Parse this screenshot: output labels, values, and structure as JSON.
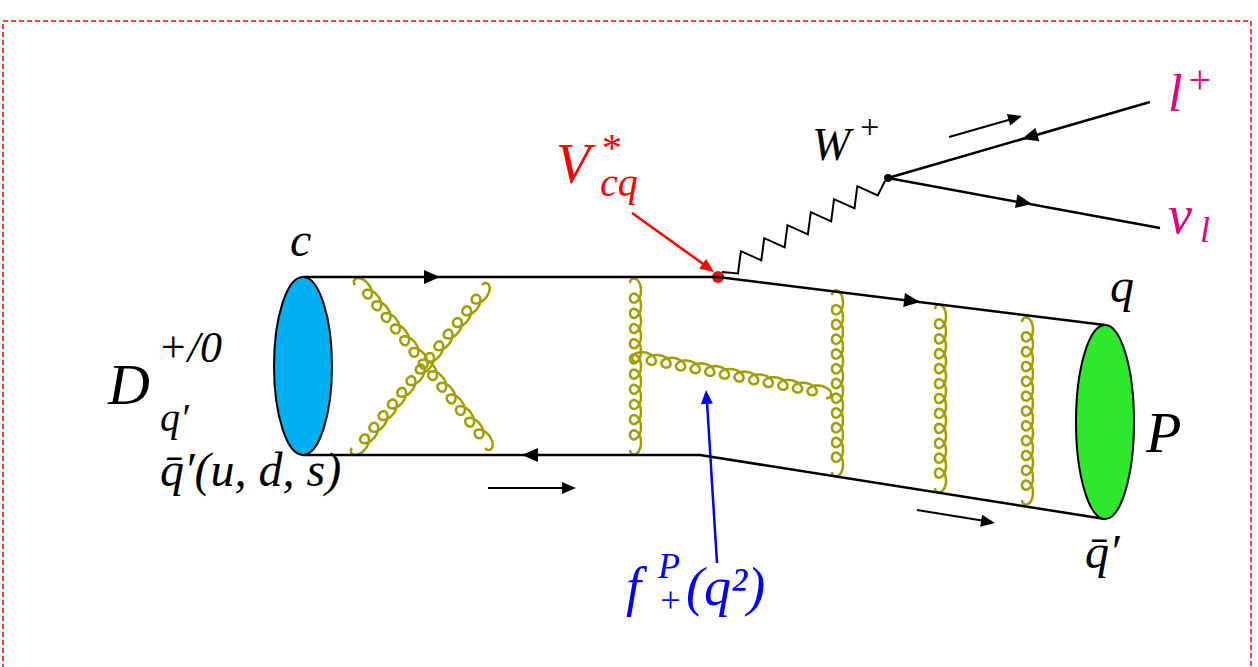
{
  "diagram": {
    "nodes": [
      {
        "text": [
          "D",
          "+/0",
          "q′"
        ]
      },
      {
        "text": [
          "P"
        ]
      }
    ],
    "edges": [
      {
        "from": 0,
        "to": 1,
        "arrow": "none"
      },
      {
        "from": 0,
        "to": 1,
        "arrow": "none"
      }
    ],
    "labels": [
      "V",
      "*",
      "cq",
      "W",
      "+",
      "l",
      "+",
      "ν",
      "l",
      "c",
      "q",
      "q̄′(u, d, s)",
      "q̄′",
      "f",
      "P",
      "+",
      "(q²)"
    ]
  }
}
